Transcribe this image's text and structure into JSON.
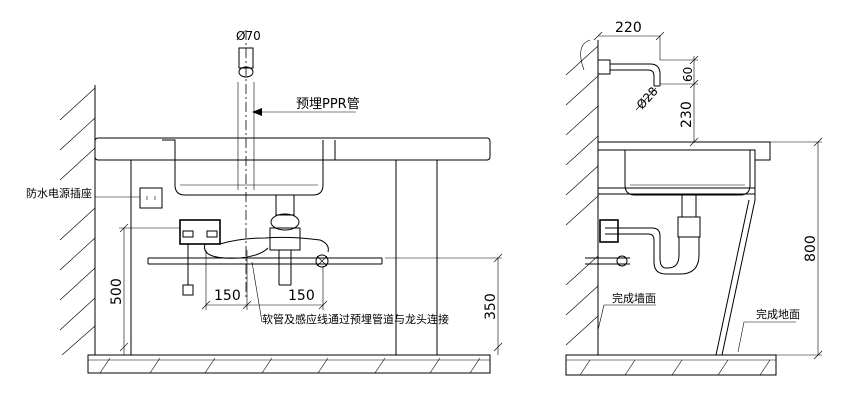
{
  "front_view": {
    "labels": {
      "socket": "防水电源插座",
      "ppr_pipe": "预埋PPR管",
      "conduit_note": "软管及感应线通过预埋管道与龙头连接",
      "diameter": "Ø70"
    },
    "dimensions": {
      "d500": "500",
      "d150_left": "150",
      "d150_right": "150",
      "d350": "350"
    }
  },
  "side_view": {
    "labels": {
      "wall": "完成墙面",
      "floor": "完成地面",
      "faucet_dia": "Ø28"
    },
    "dimensions": {
      "d220": "220",
      "d60": "60",
      "d230": "230",
      "d800": "800"
    }
  }
}
